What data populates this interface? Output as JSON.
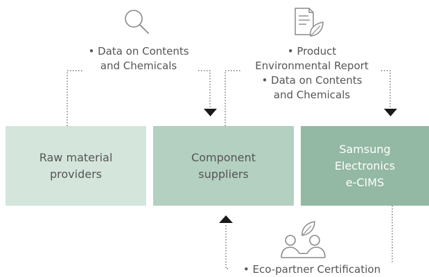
{
  "colors": {
    "box_light": "#d4e5dc",
    "box_mid": "#b3d0c1",
    "box_dark": "#93b8a3",
    "connector": "#555555",
    "arrow": "#1a1a1a",
    "icon_stroke": "#8a8a8a"
  },
  "boxes": [
    {
      "label": "Raw material\nproviders"
    },
    {
      "label": "Component\nsuppliers"
    },
    {
      "label": "Samsung\nElectronics\ne-CIMS"
    }
  ],
  "notes": {
    "raw_to_component": "• Data on Contents\nand Chemicals",
    "component_to_samsung": "• Product\nEnvironmental Report\n• Data on Contents\nand Chemicals",
    "samsung_to_component": "• Eco-partner Certification"
  },
  "icons": {
    "search": "magnifier-icon",
    "report": "report-leaf-icon",
    "partners": "partners-leaf-icon"
  }
}
